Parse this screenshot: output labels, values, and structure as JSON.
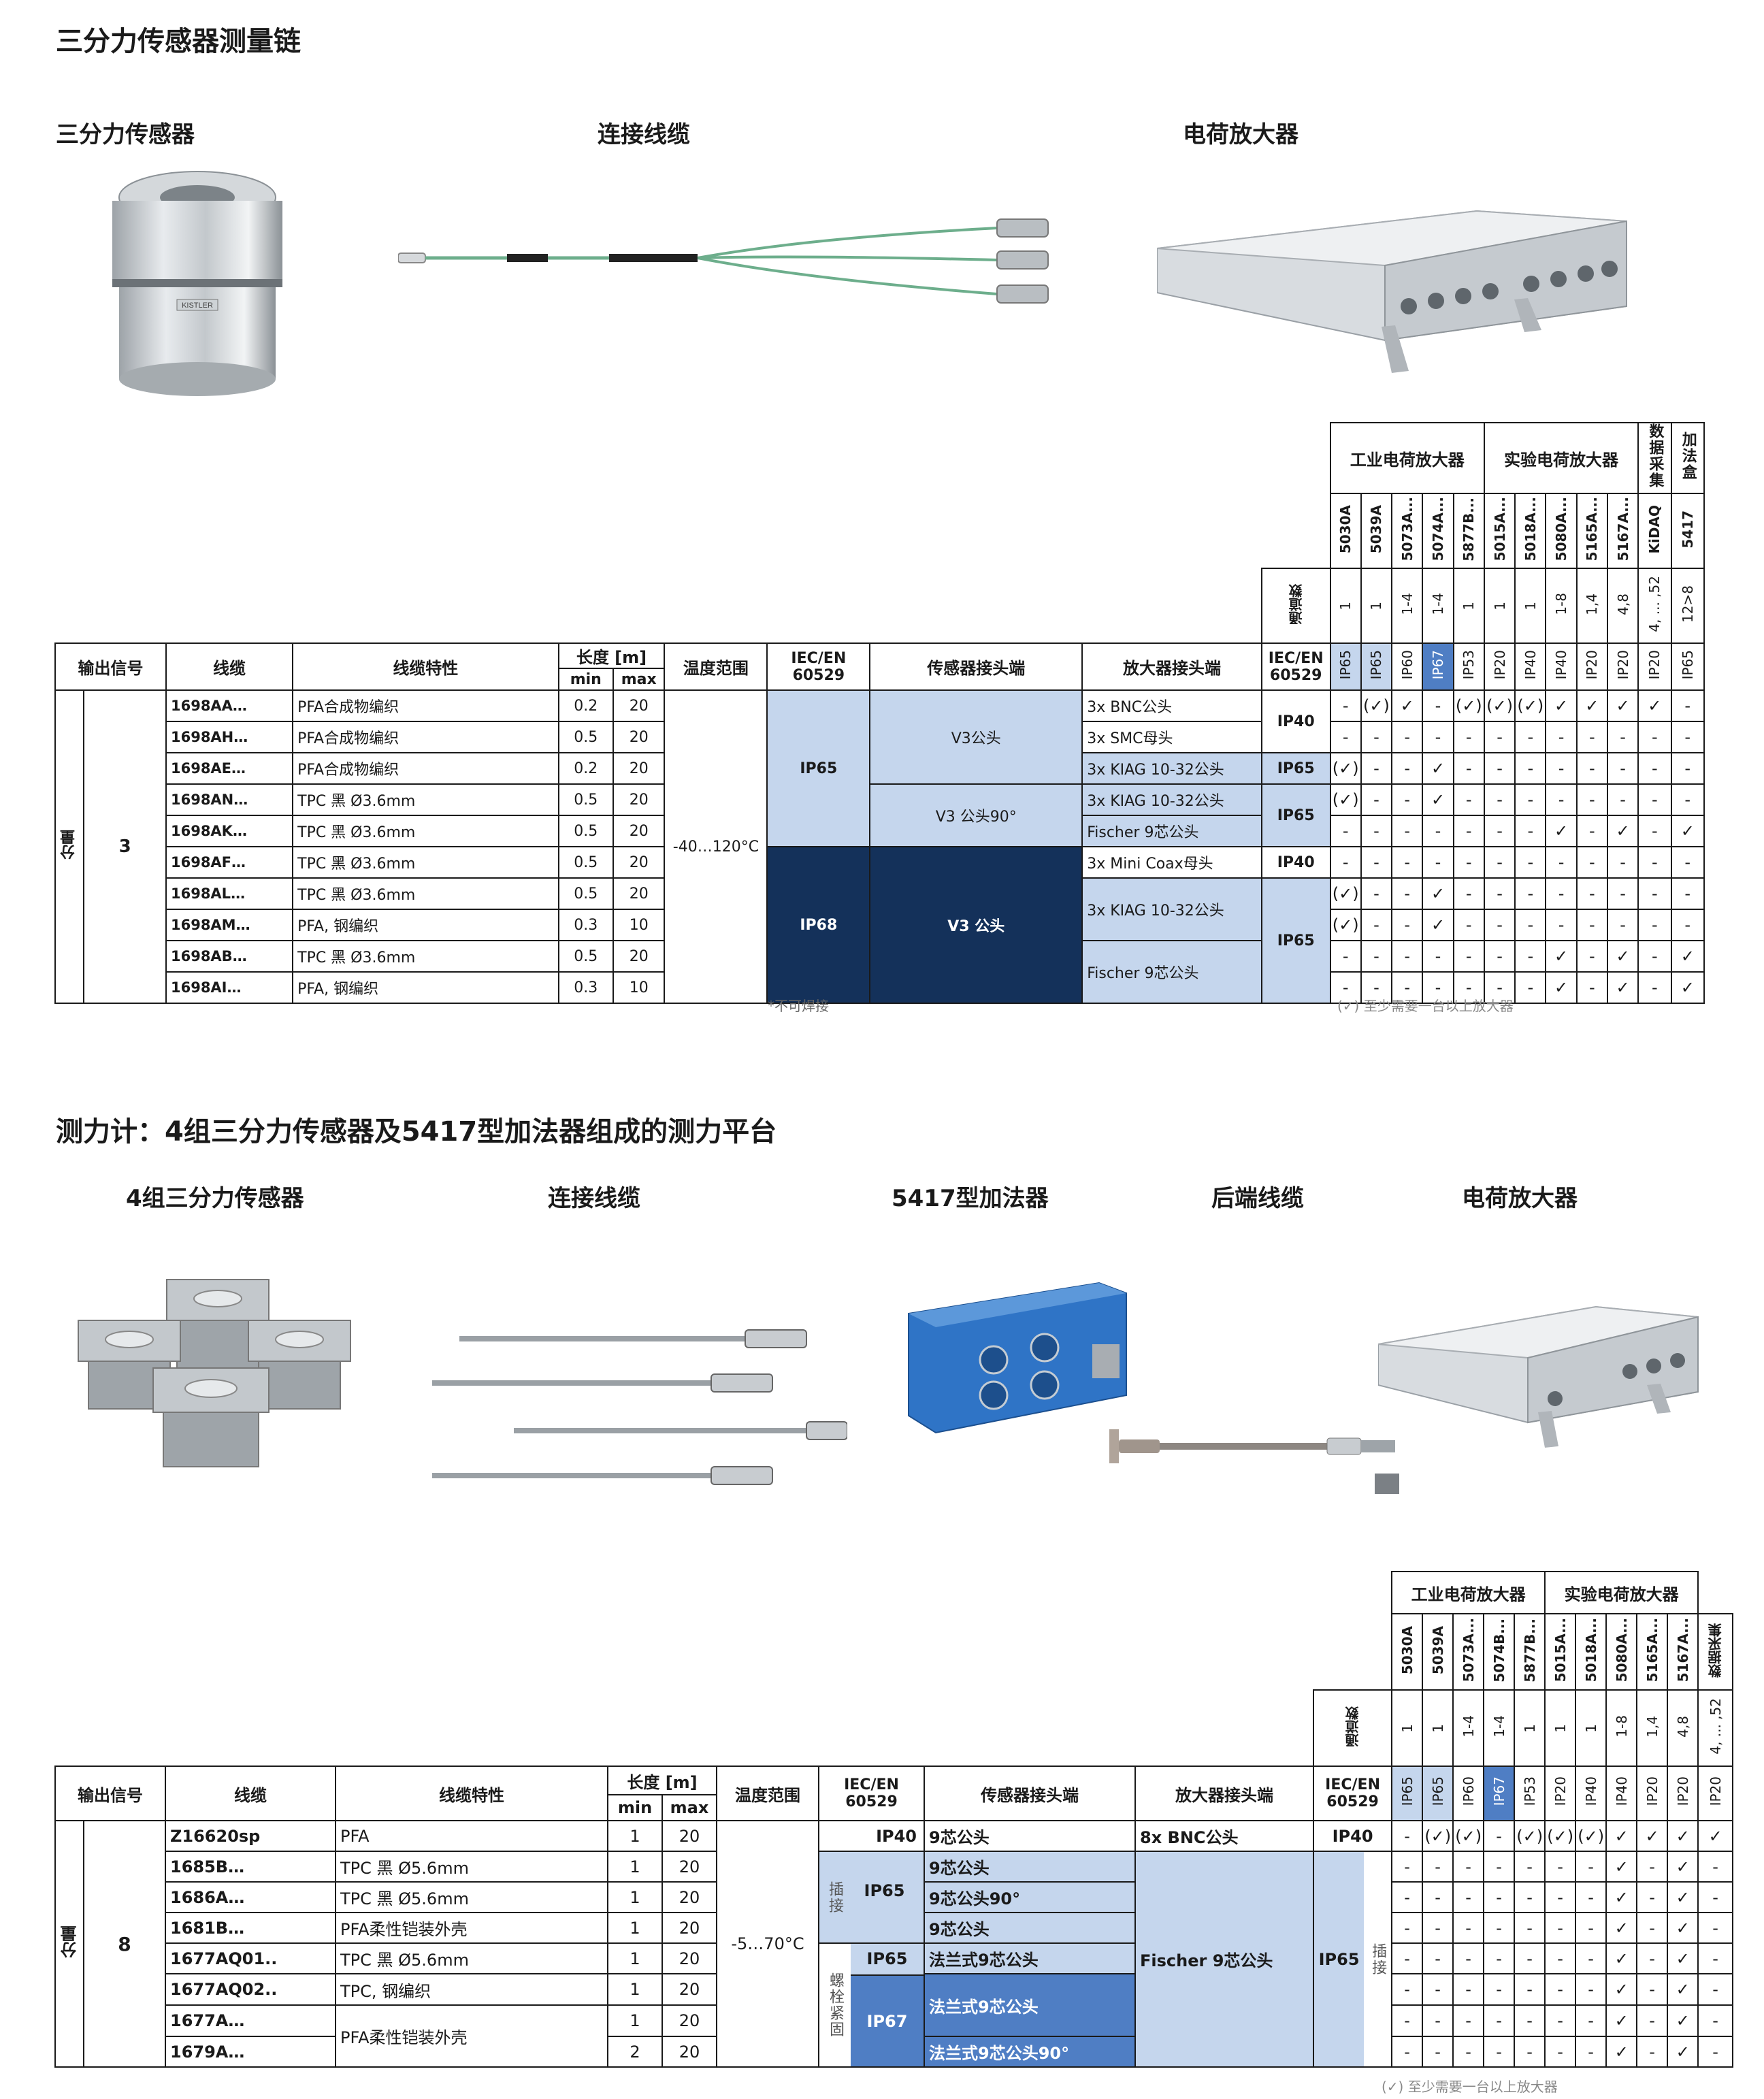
{
  "s1": {
    "title": "三分力传感器测量链",
    "col1": "三分力传感器",
    "col2": "连接线缆",
    "col3": "电荷放大器",
    "brand": "KISTLER",
    "table": {
      "grp_ind": "工业电荷放大器",
      "grp_lab": "实验电荷放大器",
      "grp_daq": "数据采集",
      "grp_sum": "加法盒",
      "models": [
        "5030A",
        "5039A",
        "5073A...",
        "5074A...",
        "5877B...",
        "5015A...",
        "5018A...",
        "5080A...",
        "5165A...",
        "5167A...",
        "KiDAQ",
        "5417"
      ],
      "channels_label": "通道数",
      "channels": [
        "1",
        "1",
        "1-4",
        "1-4",
        "1",
        "1",
        "1",
        "1-8",
        "1,4",
        "4,8",
        "4, ... ,52",
        "12>8"
      ],
      "ip": [
        "IP65",
        "IP65",
        "IP60",
        "IP67",
        "IP53",
        "IP20",
        "IP40",
        "IP40",
        "IP20",
        "IP20",
        "IP20",
        "IP65"
      ],
      "h_out": "输出信号",
      "h_cable": "线缆",
      "h_feat": "线缆特性",
      "h_len": "长度 [m]",
      "h_min": "min",
      "h_max": "max",
      "h_temp": "温度范围",
      "h_iec": "IEC/EN 60529",
      "h_sensor": "传感器接头端",
      "h_amp": "放大器接头端",
      "out_label": "分量",
      "out_value": "3",
      "temp": "-40…120°C",
      "ip65": "IP65",
      "ip68": "IP68",
      "v3": "V3公头",
      "v3_90": "V3 公头90°",
      "v3b": "V3 公头",
      "ip40": "IP40",
      "rows": [
        {
          "cable": "1698AA…",
          "feat": "PFA合成物编织",
          "min": "0.2",
          "max": "20",
          "amp": "3x BNC公头",
          "m": [
            "-",
            "(✓)",
            "✓",
            "-",
            "(✓)",
            "(✓)",
            "(✓)",
            "✓",
            "✓",
            "✓",
            "✓",
            "-"
          ]
        },
        {
          "cable": "1698AH…",
          "feat": "PFA合成物编织",
          "min": "0.5",
          "max": "20",
          "amp": "3x SMC母头",
          "m": [
            "-",
            "-",
            "-",
            "-",
            "-",
            "-",
            "-",
            "-",
            "-",
            "-",
            "-",
            "-"
          ]
        },
        {
          "cable": "1698AE…",
          "feat": "PFA合成物编织",
          "min": "0.2",
          "max": "20",
          "amp": "3x KIAG 10-32公头",
          "m": [
            "(✓)",
            "-",
            "-",
            "✓",
            "-",
            "-",
            "-",
            "-",
            "-",
            "-",
            "-",
            "-"
          ]
        },
        {
          "cable": "1698AN…",
          "feat": "TPC 黑 Ø3.6mm",
          "min": "0.5",
          "max": "20",
          "amp": "3x KIAG 10-32公头",
          "m": [
            "(✓)",
            "-",
            "-",
            "✓",
            "-",
            "-",
            "-",
            "-",
            "-",
            "-",
            "-",
            "-"
          ]
        },
        {
          "cable": "1698AK…",
          "feat": "TPC 黑 Ø3.6mm",
          "min": "0.5",
          "max": "20",
          "amp": "Fischer 9芯公头",
          "m": [
            "-",
            "-",
            "-",
            "-",
            "-",
            "-",
            "-",
            "✓",
            "-",
            "✓",
            "-",
            "✓"
          ]
        },
        {
          "cable": "1698AF…",
          "feat": "TPC 黑 Ø3.6mm",
          "min": "0.5",
          "max": "20",
          "amp": "3x Mini Coax母头",
          "m": [
            "-",
            "-",
            "-",
            "-",
            "-",
            "-",
            "-",
            "-",
            "-",
            "-",
            "-",
            "-"
          ]
        },
        {
          "cable": "1698AL…",
          "feat": "TPC 黑 Ø3.6mm",
          "min": "0.5",
          "max": "20",
          "amp": "3x KIAG 10-32公头",
          "m": [
            "(✓)",
            "-",
            "-",
            "✓",
            "-",
            "-",
            "-",
            "-",
            "-",
            "-",
            "-",
            "-"
          ]
        },
        {
          "cable": "1698AM…",
          "feat": "PFA, 钢编织",
          "min": "0.3",
          "max": "10",
          "amp": "",
          "m": [
            "(✓)",
            "-",
            "-",
            "✓",
            "-",
            "-",
            "-",
            "-",
            "-",
            "-",
            "-",
            "-"
          ]
        },
        {
          "cable": "1698AB…",
          "feat": "TPC 黑 Ø3.6mm",
          "min": "0.5",
          "max": "20",
          "amp": "Fischer 9芯公头",
          "m": [
            "-",
            "-",
            "-",
            "-",
            "-",
            "-",
            "-",
            "✓",
            "-",
            "✓",
            "-",
            "✓"
          ]
        },
        {
          "cable": "1698AI…",
          "feat": "PFA, 钢编织",
          "min": "0.3",
          "max": "10",
          "amp": "",
          "m": [
            "-",
            "-",
            "-",
            "-",
            "-",
            "-",
            "-",
            "✓",
            "-",
            "✓",
            "-",
            "✓"
          ]
        }
      ],
      "note_weld": "*不可焊接",
      "note_amp": "(✓)  至少需要一台以上放大器"
    }
  },
  "s2": {
    "title": "测力计：4组三分力传感器及5417型加法器组成的测力平台",
    "col1": "4组三分力传感器",
    "col2": "连接线缆",
    "col3": "5417型加法器",
    "col4": "后端线缆",
    "col5": "电荷放大器",
    "table": {
      "grp_ind": "工业电荷放大器",
      "grp_lab": "实验电荷放大器",
      "grp_daq": "数据采集",
      "models": [
        "5030A",
        "5039A",
        "5073A...",
        "5074B...",
        "5877B...",
        "5015A...",
        "5018A...",
        "5080A...",
        "5165A...",
        "5167A...",
        "数据采集"
      ],
      "channels_label": "通道数",
      "channels": [
        "1",
        "1",
        "1-4",
        "1-4",
        "1",
        "1",
        "1",
        "1-8",
        "1,4",
        "4,8",
        "4, ... ,52"
      ],
      "ip": [
        "IP65",
        "IP65",
        "IP60",
        "IP67",
        "IP53",
        "IP20",
        "IP40",
        "IP40",
        "IP20",
        "IP20",
        "IP20"
      ],
      "h_out": "输出信号",
      "h_cable": "线缆",
      "h_feat": "线缆特性",
      "h_len": "长度 [m]",
      "h_min": "min",
      "h_max": "max",
      "h_temp": "温度范围",
      "h_iec": "IEC/EN 60529",
      "h_sensor": "传感器接头端",
      "h_amp": "放大器接头端",
      "out_label": "分量",
      "out_value": "8",
      "temp": "-5…70°C",
      "plug": "插接",
      "screw": "螺栓紧固",
      "amp_conn": "Fischer 9芯公头",
      "amp_ip": "IP65",
      "amp_side": "插接",
      "rows": [
        {
          "cable": "Z16620sp",
          "feat": "PFA",
          "min": "1",
          "max": "20",
          "ip": "IP40",
          "sensor": "9芯公头",
          "amp": "8x BNC公头",
          "aip": "IP40",
          "m": [
            "-",
            "(✓)",
            "(✓)",
            "-",
            "(✓)",
            "(✓)",
            "(✓)",
            "✓",
            "✓",
            "✓",
            "✓"
          ]
        },
        {
          "cable": "1685B…",
          "feat": "TPC 黑 Ø5.6mm",
          "min": "1",
          "max": "20",
          "ip": "IP65",
          "sensor": "9芯公头",
          "m": [
            "-",
            "-",
            "-",
            "-",
            "-",
            "-",
            "-",
            "✓",
            "-",
            "✓",
            "-"
          ]
        },
        {
          "cable": "1686A…",
          "feat": "TPC 黑 Ø5.6mm",
          "min": "1",
          "max": "20",
          "ip": "",
          "sensor": "9芯公头90°",
          "m": [
            "-",
            "-",
            "-",
            "-",
            "-",
            "-",
            "-",
            "✓",
            "-",
            "✓",
            "-"
          ]
        },
        {
          "cable": "1681B…",
          "feat": "PFA柔性铠装外壳",
          "min": "1",
          "max": "20",
          "ip": "",
          "sensor": "9芯公头",
          "m": [
            "-",
            "-",
            "-",
            "-",
            "-",
            "-",
            "-",
            "✓",
            "-",
            "✓",
            "-"
          ]
        },
        {
          "cable": "1677AQ01..",
          "feat": "TPC 黑 Ø5.6mm",
          "min": "1",
          "max": "20",
          "ip": "IP65",
          "sensor": "法兰式9芯公头",
          "m": [
            "-",
            "-",
            "-",
            "-",
            "-",
            "-",
            "-",
            "✓",
            "-",
            "✓",
            "-"
          ]
        },
        {
          "cable": "1677AQ02..",
          "feat": "TPC, 钢编织",
          "min": "1",
          "max": "20",
          "ip": "IP67",
          "sensor": "法兰式9芯公头",
          "m": [
            "-",
            "-",
            "-",
            "-",
            "-",
            "-",
            "-",
            "✓",
            "-",
            "✓",
            "-"
          ]
        },
        {
          "cable": "1677A…",
          "feat": "PFA柔性铠装外壳",
          "min": "1",
          "max": "20",
          "ip": "",
          "sensor": "",
          "m": [
            "-",
            "-",
            "-",
            "-",
            "-",
            "-",
            "-",
            "✓",
            "-",
            "✓",
            "-"
          ]
        },
        {
          "cable": "1679A…",
          "feat": "",
          "min": "2",
          "max": "20",
          "ip": "",
          "sensor": "法兰式9芯公头90°",
          "m": [
            "-",
            "-",
            "-",
            "-",
            "-",
            "-",
            "-",
            "✓",
            "-",
            "✓",
            "-"
          ]
        }
      ],
      "note_amp": "(✓)  至少需要一台以上放大器"
    }
  }
}
